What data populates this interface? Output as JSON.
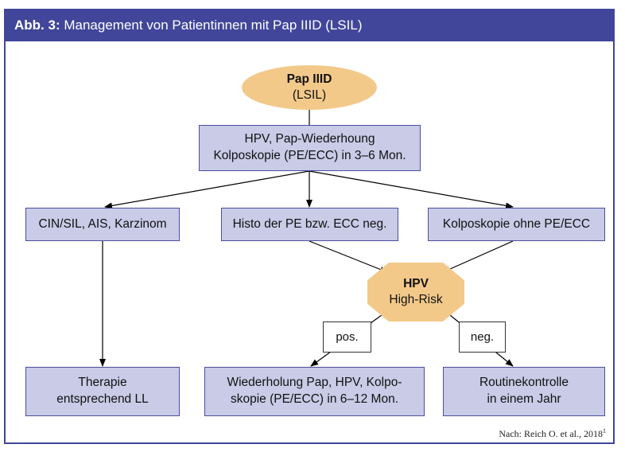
{
  "header": {
    "prefix": "Abb. 3:",
    "title": "Management von Patientinnen mit Pap IIID (LSIL)"
  },
  "start": {
    "title": "Pap IIID",
    "subtitle": "(LSIL)"
  },
  "first_step": {
    "line1": "HPV, Pap-Wiederhoung",
    "line2": "Kolposkopie (PE/ECC) in 3–6 Mon."
  },
  "outcomes": {
    "left": "CIN/SIL, AIS, Karzinom",
    "middle": "Histo der PE bzw. ECC neg.",
    "right": "Kolposkopie ohne PE/ECC"
  },
  "decision": {
    "title": "HPV",
    "subtitle": "High-Risk"
  },
  "branch_labels": {
    "pos": "pos.",
    "neg": "neg."
  },
  "results": {
    "therapy": {
      "line1": "Therapie",
      "line2": "entsprechend LL"
    },
    "repeat": {
      "line1": "Wiederholung Pap, HPV, Kolpo-",
      "line2": "skopie (PE/ECC) in 6–12 Mon."
    },
    "routine": {
      "line1": "Routinekontrolle",
      "line2": "in einem Jahr"
    }
  },
  "source": {
    "text": "Nach: Reich O. et al., 2018",
    "sup": "1"
  },
  "colors": {
    "header": "#41469a",
    "box": "#c9cbe7",
    "highlight": "#f3c98a"
  }
}
